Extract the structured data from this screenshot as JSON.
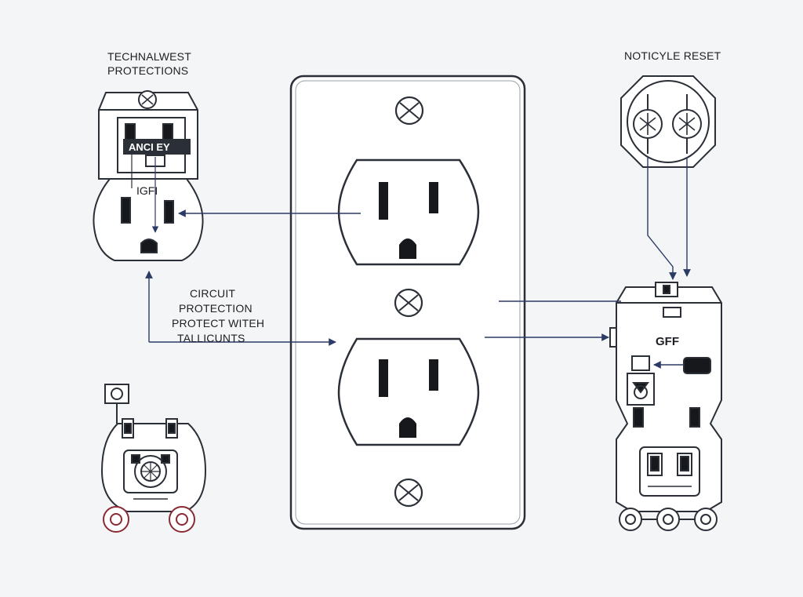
{
  "labels": {
    "top_left_line1": "TECHNALWEST",
    "top_left_line2": "PROTECTIONS",
    "top_right": "NOTICYLE RESET",
    "device_tag": "ANCI  EY",
    "gfi_tag": "IGFI",
    "circuit_line1": "CIRCUIT",
    "circuit_line2": "PROTECTION",
    "circuit_line3": "PROTECT WITEH",
    "circuit_line4": "TALLICUNTS",
    "gff_tag": "GFF"
  },
  "colors": {
    "background": "#f4f5f6",
    "line": "#2b2f38",
    "arrow": "#2c3a66",
    "plate_fill": "#ffffff",
    "accent_red": "#8a2a34"
  },
  "icons": [
    "screw-icon",
    "outlet-slot-icon",
    "ground-hole-icon",
    "switch-icon"
  ]
}
